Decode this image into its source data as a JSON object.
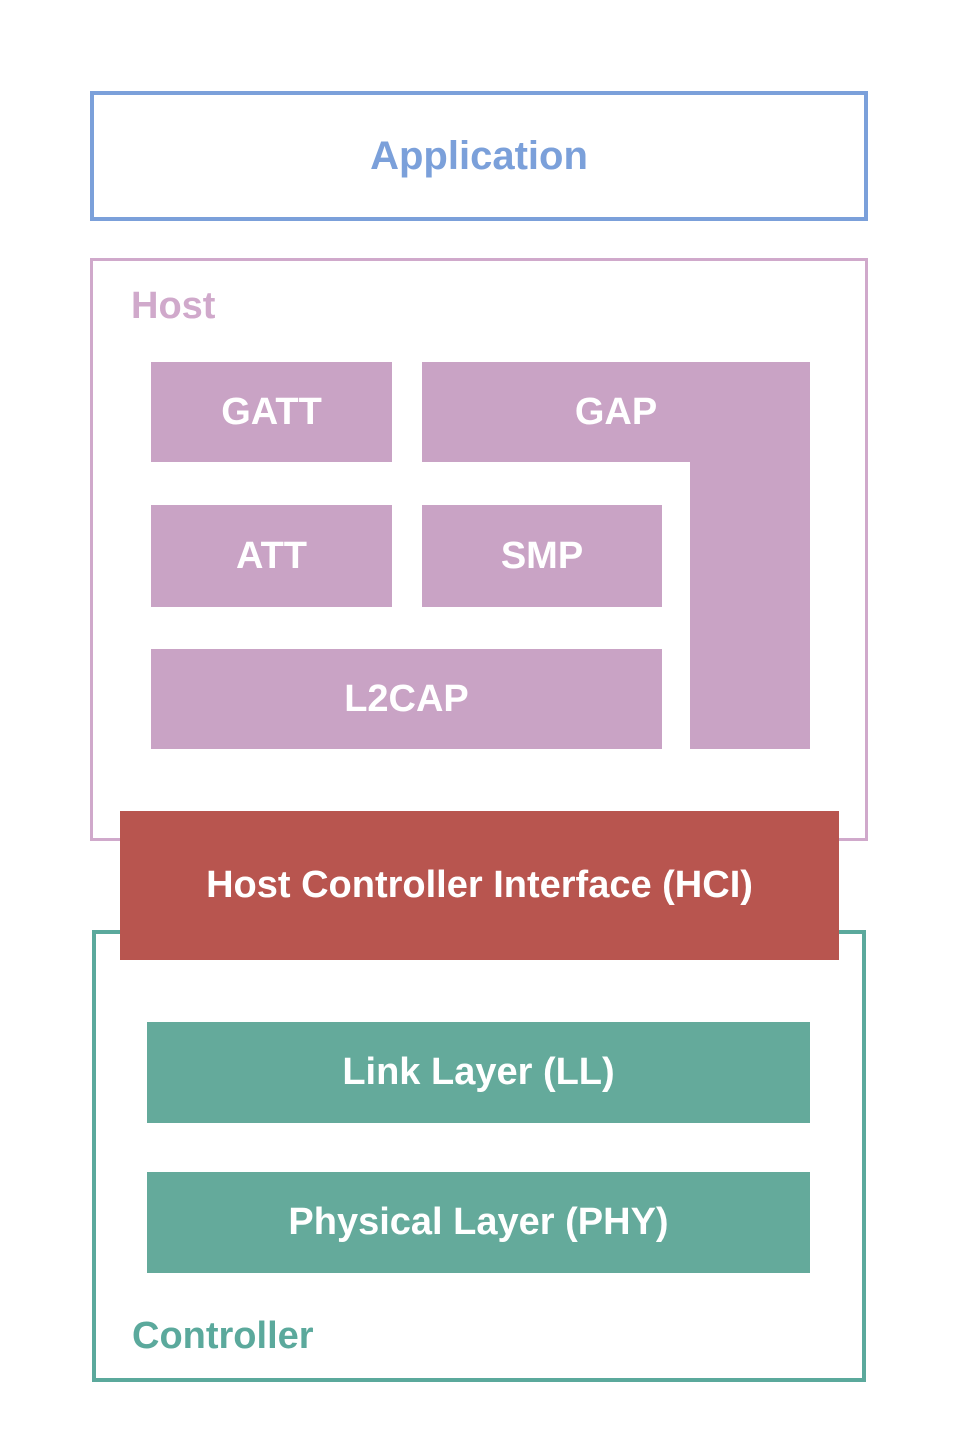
{
  "colors": {
    "blue": "#7ba0da",
    "mauve": "#c9a3c5",
    "mauve_border": "#d0a9cb",
    "red": "#b8554f",
    "teal": "#64aa9b",
    "teal_border": "#5ba99c"
  },
  "diagram": {
    "application": {
      "label": "Application"
    },
    "host": {
      "label": "Host",
      "blocks": {
        "gatt": "GATT",
        "gap": "GAP",
        "att": "ATT",
        "smp": "SMP",
        "l2cap": "L2CAP"
      }
    },
    "hci": {
      "label": "Host Controller Interface (HCI)"
    },
    "controller": {
      "label": "Controller",
      "blocks": {
        "link_layer": "Link Layer (LL)",
        "physical_layer": "Physical Layer (PHY)"
      }
    }
  }
}
